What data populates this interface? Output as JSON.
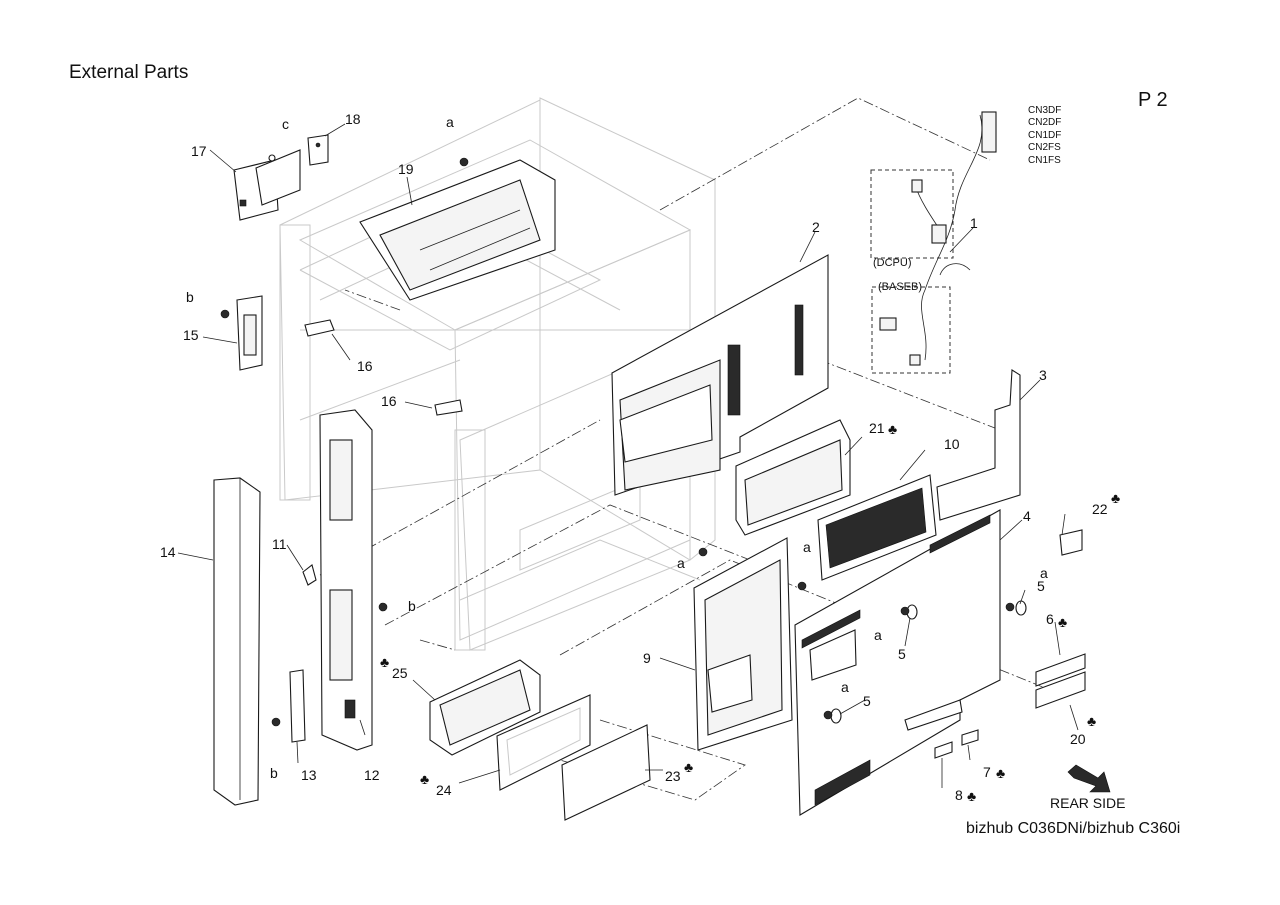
{
  "header": {
    "title": "External Parts",
    "page": "P 2"
  },
  "footer": {
    "model": "bizhub C036DNi/bizhub C360i",
    "rear_side": "REAR SIDE"
  },
  "connectors": [
    "CN3DF",
    "CN2DF",
    "CN1DF",
    "CN2FS",
    "CN1FS"
  ],
  "boxes": {
    "dcpu": "(DCPU)",
    "baseb": "(BASEB)"
  },
  "marker": "♣",
  "callouts": {
    "p1": "1",
    "p2": "2",
    "p3": "3",
    "p4": "4",
    "p5a": "5",
    "p5b": "5",
    "p5c": "5",
    "p6": "6",
    "p7": "7",
    "p8": "8",
    "p9": "9",
    "p10": "10",
    "p11": "11",
    "p12": "12",
    "p13": "13",
    "p14": "14",
    "p15": "15",
    "p16a": "16",
    "p16b": "16",
    "p17": "17",
    "p18": "18",
    "p19": "19",
    "p20": "20",
    "p21": "21",
    "p22": "22",
    "p23": "23",
    "p24": "24",
    "p25": "25",
    "sa1": "a",
    "sa2": "a",
    "sa3": "a",
    "sa4": "a",
    "sa5": "a",
    "sa6": "a",
    "sb1": "b",
    "sb2": "b",
    "sb3": "b",
    "sc1": "c"
  }
}
